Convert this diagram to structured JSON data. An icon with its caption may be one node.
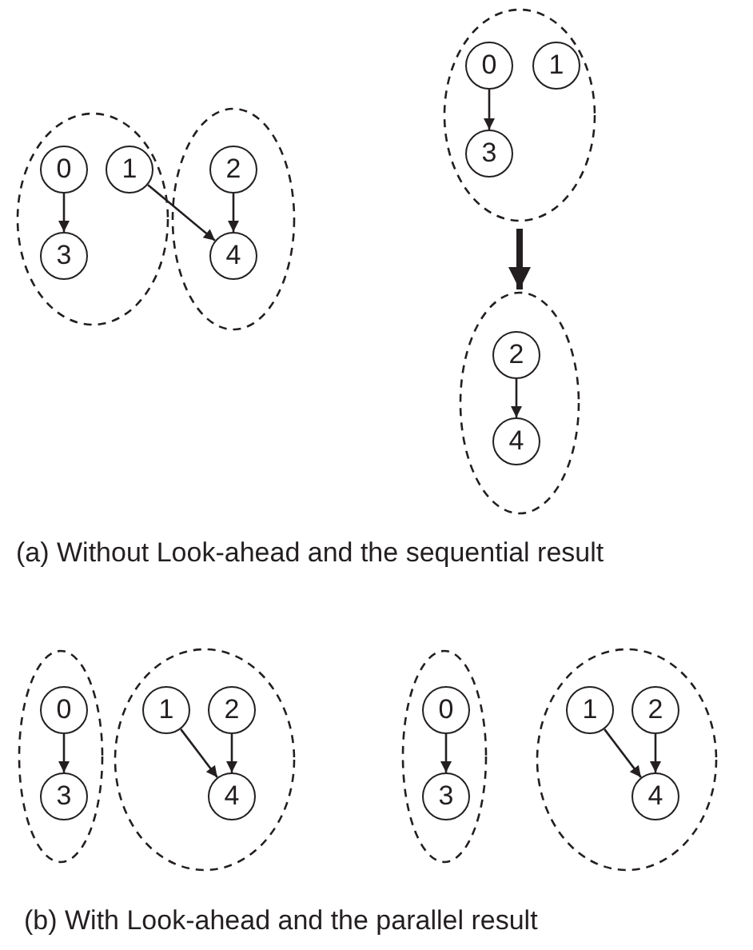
{
  "diagram": {
    "nodes": [
      {
        "text": [],
        "shape": "ellipse"
      },
      {
        "text": [
          "0"
        ],
        "in": 0
      },
      {
        "text": [
          "3"
        ],
        "in": 0
      },
      {
        "text": [
          "1"
        ],
        "in": 0
      },
      {
        "text": [],
        "shape": "ellipse"
      },
      {
        "text": [
          "2"
        ],
        "in": 4
      },
      {
        "text": [
          "4"
        ],
        "in": 4
      },
      {
        "text": [],
        "shape": "ellipse"
      },
      {
        "text": [
          "0"
        ],
        "in": 7
      },
      {
        "text": [
          "1"
        ],
        "in": 7
      },
      {
        "text": [
          "3"
        ],
        "in": 7
      },
      {
        "text": [],
        "shape": "ellipse"
      },
      {
        "text": [
          "2"
        ],
        "in": 11
      },
      {
        "text": [
          "4"
        ],
        "in": 11
      },
      {
        "text": [],
        "shape": "ellipse"
      },
      {
        "text": [
          "0"
        ],
        "in": 14
      },
      {
        "text": [
          "3"
        ],
        "in": 14
      },
      {
        "text": [],
        "shape": "ellipse"
      },
      {
        "text": [
          "1"
        ],
        "in": 17
      },
      {
        "text": [
          "2"
        ],
        "in": 17
      },
      {
        "text": [
          "4"
        ],
        "in": 17
      },
      {
        "text": [],
        "shape": "ellipse"
      },
      {
        "text": [
          "0"
        ],
        "in": 21
      },
      {
        "text": [
          "3"
        ],
        "in": 21
      },
      {
        "text": [],
        "shape": "ellipse"
      },
      {
        "text": [
          "1"
        ],
        "in": 24
      },
      {
        "text": [
          "2"
        ],
        "in": 24
      },
      {
        "text": [
          "4"
        ],
        "in": 24
      }
    ],
    "edges": [
      {
        "from": 1,
        "to": 2,
        "arrow": "to"
      },
      {
        "from": 3,
        "to": 6,
        "arrow": "to"
      },
      {
        "from": 5,
        "to": 6,
        "arrow": "to"
      },
      {
        "from": 8,
        "to": 10,
        "arrow": "to"
      },
      {
        "from": 7,
        "to": 11,
        "arrow": "to",
        "style": "thick"
      },
      {
        "from": 12,
        "to": 13,
        "arrow": "to"
      },
      {
        "from": 15,
        "to": 16,
        "arrow": "to"
      },
      {
        "from": 18,
        "to": 20,
        "arrow": "to"
      },
      {
        "from": 19,
        "to": 20,
        "arrow": "to"
      },
      {
        "from": 22,
        "to": 23,
        "arrow": "to"
      },
      {
        "from": 25,
        "to": 27,
        "arrow": "to"
      },
      {
        "from": 26,
        "to": 27,
        "arrow": "to"
      }
    ],
    "labels": [
      "(a) Without Look-ahead and the sequential result",
      "(b) With Look-ahead and the parallel result"
    ]
  }
}
